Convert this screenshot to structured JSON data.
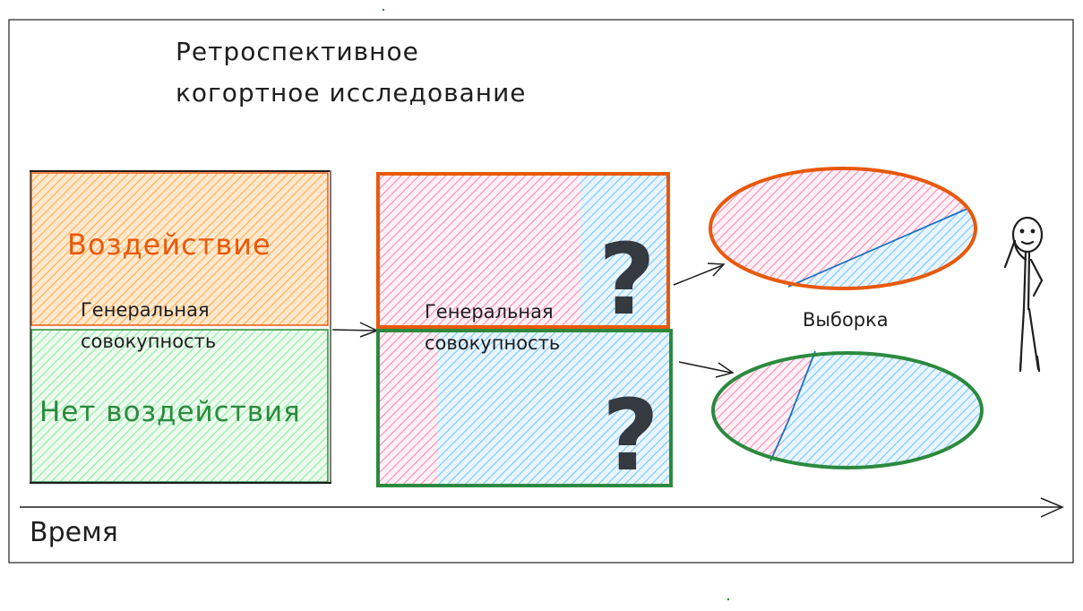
{
  "title": {
    "line1": "Ретроспективное",
    "line2": "когортное исследование"
  },
  "left_box": {
    "top_label": "Воздействие",
    "middle_label_line1": "Генеральная",
    "middle_label_line2": "совокупность",
    "bottom_label": "Нет воздействия"
  },
  "middle_box": {
    "label_line1": "Генеральная",
    "label_line2": "совокупность",
    "top_question": "?",
    "bottom_question": "?"
  },
  "sample_label": "Выборка",
  "time_label": "Время",
  "colors": {
    "orange_border": "#e8590c",
    "orange_text": "#e8590c",
    "orange_fill": "#ffc078",
    "green_border": "#2b8a3e",
    "green_text": "#2b8a3e",
    "green_fill": "#b2f2bb",
    "pink_fill": "#fcc2d7",
    "blue_fill": "#a5d8ff",
    "blue_line": "#1971c2",
    "ink": "#1e1e1e",
    "question": "#343a40"
  },
  "icons": [
    "stick-figure-icon",
    "arrow-right-icon"
  ]
}
